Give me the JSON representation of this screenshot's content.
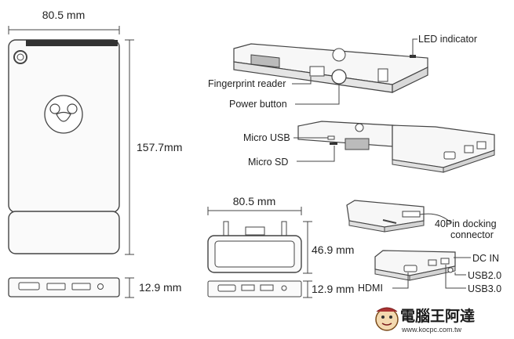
{
  "dimensions": {
    "stick_width": "80.5 mm",
    "stick_height": "157.7mm",
    "stick_thickness": "12.9 mm",
    "dock_width": "80.5 mm",
    "dock_height": "46.9 mm",
    "dock_thickness": "12.9 mm"
  },
  "labels": {
    "led_indicator": "LED indicator",
    "fingerprint_reader": "Fingerprint reader",
    "power_button": "Power button",
    "micro_usb": "Micro USB",
    "micro_sd": "Micro SD",
    "docking_connector_line1": "40Pin docking",
    "docking_connector_line2": "connector",
    "dc_in": "DC IN",
    "usb2": "USB2.0",
    "usb3": "USB3.0",
    "hdmi": "HDMI"
  },
  "watermark": {
    "title": "電腦王阿達",
    "url": "www.kocpc.com.tw"
  },
  "colors": {
    "line": "#444444",
    "body_fill": "#fafafa",
    "shade": "#d9d9d9"
  }
}
